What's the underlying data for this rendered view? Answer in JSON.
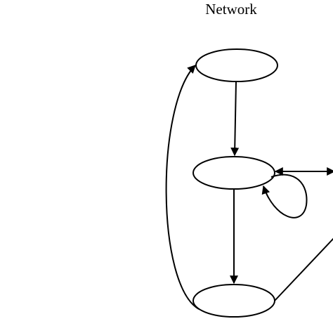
{
  "title": "Network",
  "colors": {
    "stroke": "#000000",
    "background": "#ffffff"
  },
  "nodes": [
    {
      "id": "top",
      "label": ""
    },
    {
      "id": "middle",
      "label": ""
    },
    {
      "id": "bottom",
      "label": ""
    }
  ],
  "edges": [
    {
      "from": "top",
      "to": "middle"
    },
    {
      "from": "middle",
      "to": "bottom"
    },
    {
      "from": "bottom",
      "to": "top"
    },
    {
      "from": "middle",
      "to": "middle"
    },
    {
      "from": "offscreen",
      "to": "middle"
    },
    {
      "from": "middle",
      "to": "offscreen"
    },
    {
      "from": "bottom",
      "to": "offscreen"
    }
  ]
}
